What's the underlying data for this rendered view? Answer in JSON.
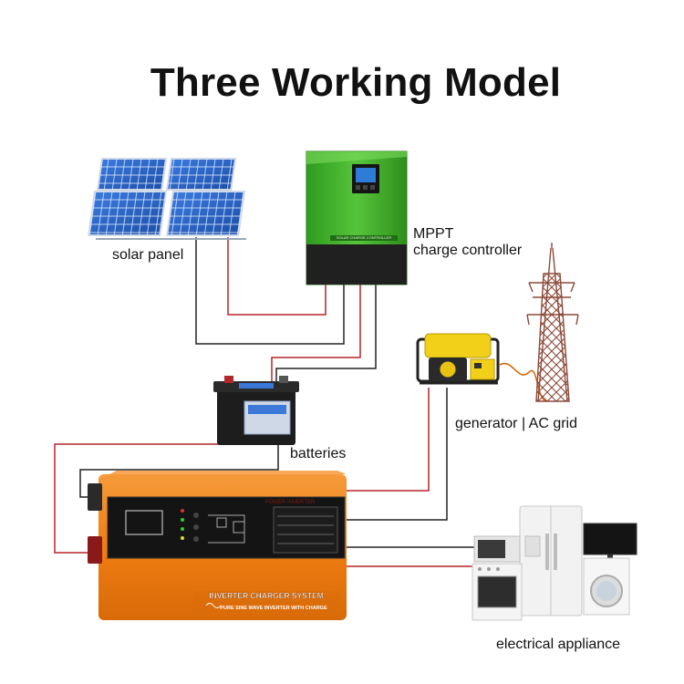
{
  "title": "Three Working Model",
  "labels": {
    "solar_panel": "solar panel",
    "mppt_line1": "MPPT",
    "mppt_line2": "charge controller",
    "generator": "generator | AC grid",
    "batteries": "batteries",
    "appliance": "electrical appliance"
  },
  "device_text": {
    "controller_caption": "SOLAR CHARGE CONTROLLER",
    "inverter_brand": "POWER INVERTER",
    "inverter_main": "INVERTER CHARGER SYSTEM",
    "inverter_sub": "PURE SINE WAVE INVERTER WITH CHARGE"
  },
  "colors": {
    "wire_red": "#b3262a",
    "wire_black": "#222222",
    "controller_green": "#3fae2a",
    "inverter_orange": "#f07d14",
    "panel_blue": "#2b64c4"
  }
}
